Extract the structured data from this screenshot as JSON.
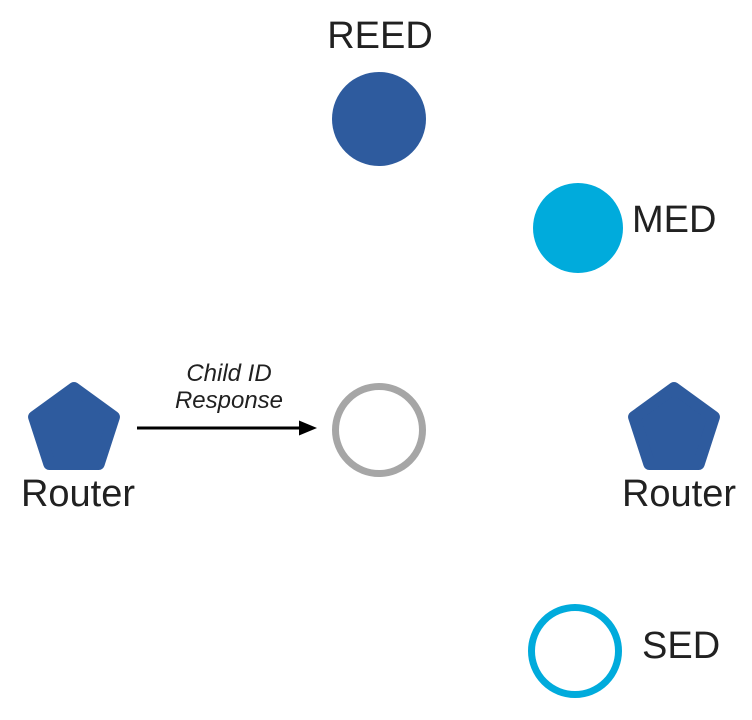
{
  "diagram": {
    "nodes": {
      "reed": {
        "label": "REED",
        "shape": "filled-circle",
        "color": "#2E5B9E"
      },
      "med": {
        "label": "MED",
        "shape": "filled-circle",
        "color": "#00ABDC"
      },
      "child_placeholder": {
        "label": "",
        "shape": "outline-circle",
        "color": "#A6A6A6"
      },
      "router_left": {
        "label": "Router",
        "shape": "pentagon",
        "color": "#2E5B9E"
      },
      "router_right": {
        "label": "Router",
        "shape": "pentagon",
        "color": "#2E5B9E"
      },
      "sed": {
        "label": "SED",
        "shape": "outline-circle",
        "color": "#00ABDC"
      }
    },
    "message_arrow": {
      "label": "Child ID\nResponse",
      "direction": "right"
    }
  },
  "colors": {
    "node_blue": "#2E5B9E",
    "node_cyan": "#00ABDC",
    "inactive_gray": "#A6A6A6",
    "arrow_black": "#000000",
    "text": "#212121",
    "background": "#FFFFFF"
  }
}
